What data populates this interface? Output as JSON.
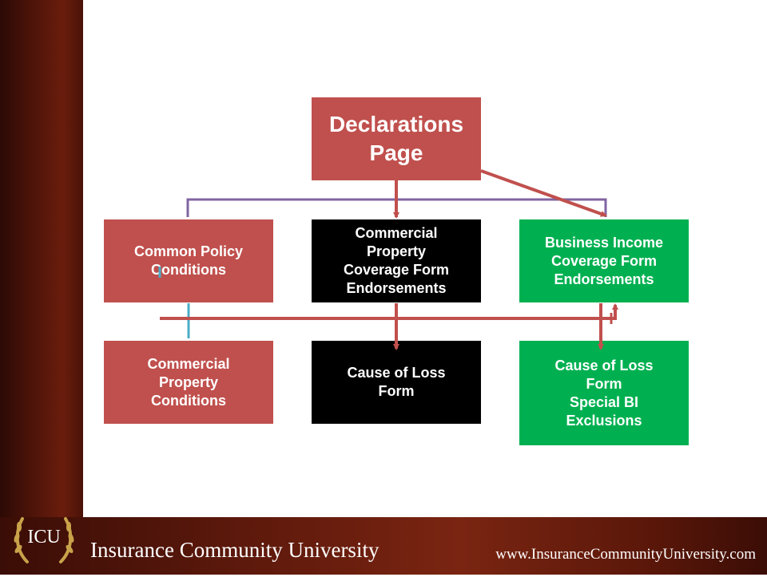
{
  "slide": {
    "boxes": {
      "declarations": "Declarations\nPage",
      "common_policy": "Common Policy\nConditions",
      "cp_coverage": "Commercial\nProperty\nCoverage Form\nEndorsements",
      "bi_coverage": "Business Income\nCoverage Form\nEndorsements",
      "cp_conditions": "Commercial\nProperty\nConditions",
      "cause_of_loss": "Cause of Loss\nForm",
      "cause_of_loss_bi": "Cause of Loss\nForm\nSpecial BI\nExclusions"
    },
    "colors": {
      "red_box": "#c0504d",
      "black_box": "#000000",
      "green_box": "#00b050",
      "arrow": "#c0504d",
      "bracket_purple": "#8064a2",
      "line_cyan": "#4bacc6"
    }
  },
  "footer": {
    "logo_text": "ICU",
    "org_name": "Insurance Community University",
    "url": "www.InsuranceCommunityUniversity.com"
  }
}
